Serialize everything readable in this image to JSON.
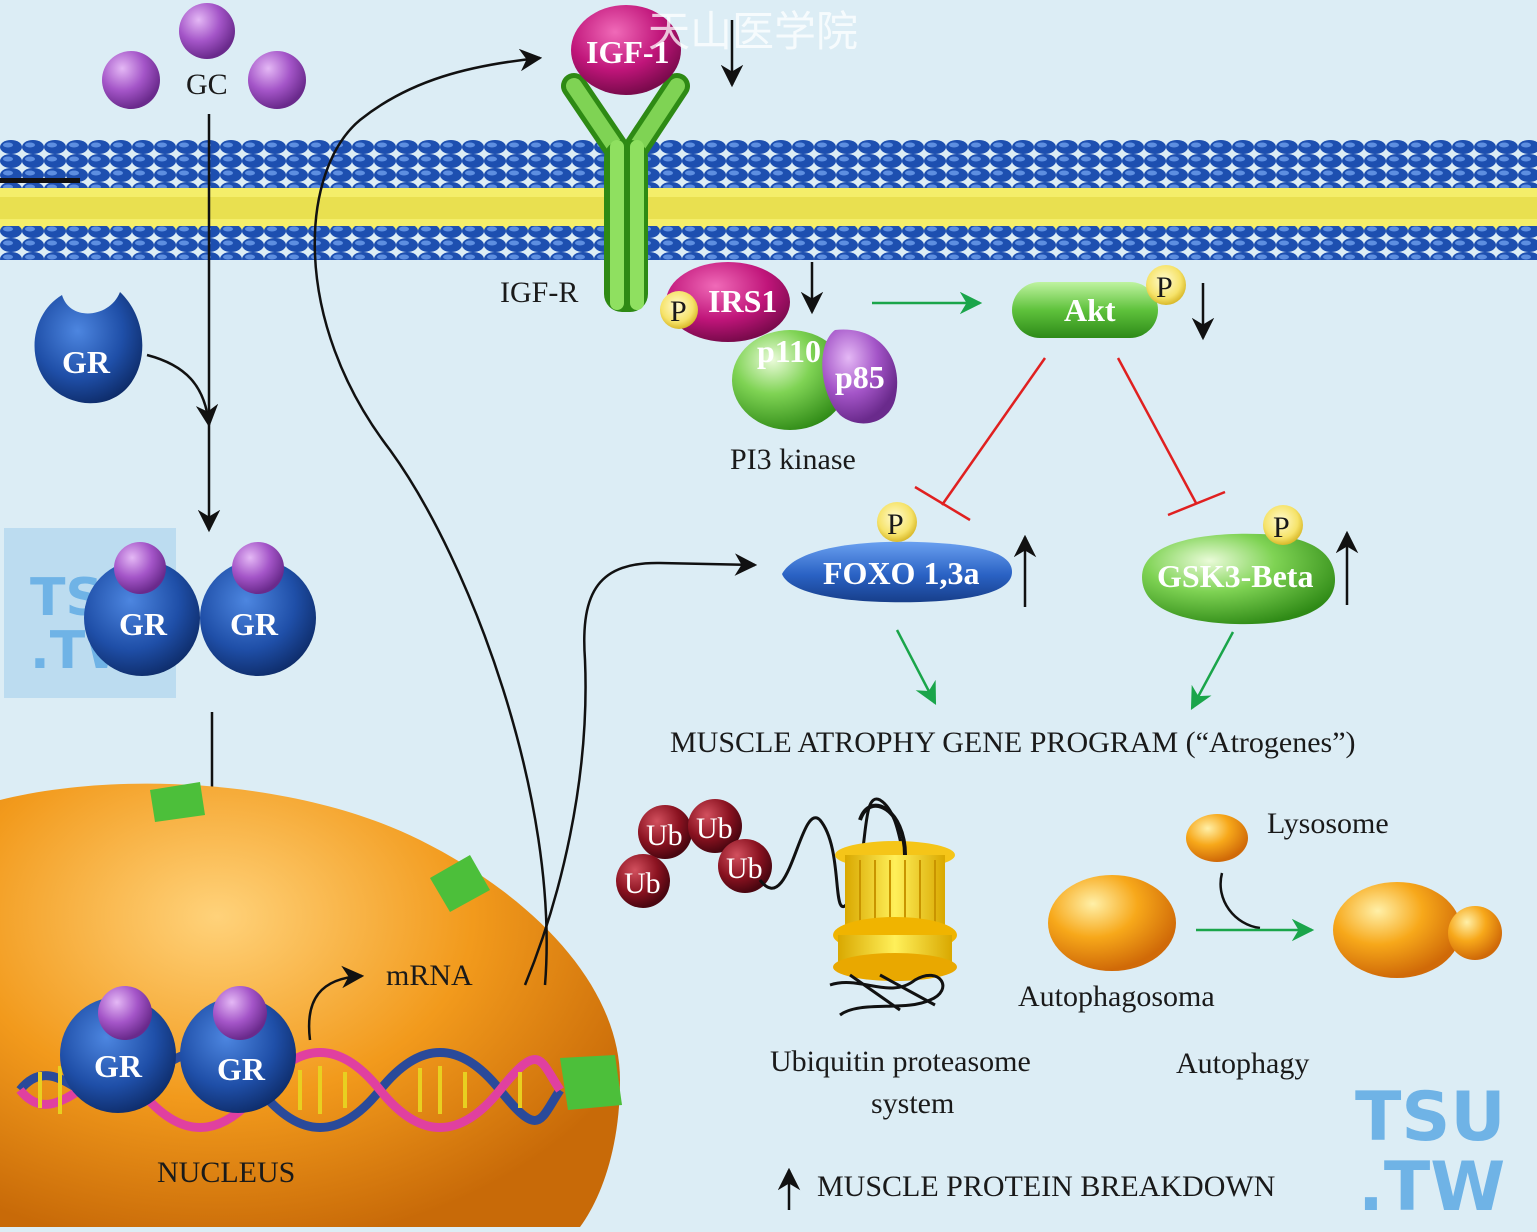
{
  "watermarks": {
    "top_text": "天山医学院",
    "left": {
      "line1": "TSU",
      "line2": ".TW"
    },
    "right": {
      "line1": "TSU",
      "line2": ".TW"
    }
  },
  "labels": {
    "gc": "GC",
    "gr_free": "GR",
    "gr_dimer_left": "GR",
    "gr_dimer_right": "GR",
    "gr_dna_left": "GR",
    "gr_dna_right": "GR",
    "nucleus": "NUCLEUS",
    "mrna": "mRNA",
    "igf1": "IGF-1",
    "igfr": "IGF-R",
    "irs1": "IRS1",
    "p110": "p110",
    "p85": "p85",
    "pi3k": "PI3 kinase",
    "akt": "Akt",
    "foxo": "FOXO 1,3a",
    "gsk3": "GSK3-Beta",
    "phospho": "P",
    "program": "MUSCLE ATROPHY GENE PROGRAM (“Atrogenes”)",
    "ub": "Ub",
    "lysosome": "Lysosome",
    "autophagosoma": "Autophagosoma",
    "ubiquitin_line1": "Ubiquitin proteasome",
    "ubiquitin_line2": "system",
    "autophagy": "Autophagy",
    "breakdown": "MUSCLE PROTEIN BREAKDOWN"
  },
  "colors": {
    "background": "#dcedf5",
    "membrane_heads": "#1d4fb0",
    "membrane_core": "#f4ee6a",
    "gr_blue": "#1f4fa8",
    "gc_purple": "#a455c8",
    "igf_magenta": "#c0157a",
    "receptor_green": "#69c22d",
    "akt_green": "#5fc23c",
    "foxo_blue": "#2a62c4",
    "nucleus_orange": "#f29a1c",
    "inhibit_red": "#e02020",
    "activate_green": "#1aa54a",
    "ub_red": "#8a1220",
    "proteasome_yellow": "#f5c518"
  }
}
